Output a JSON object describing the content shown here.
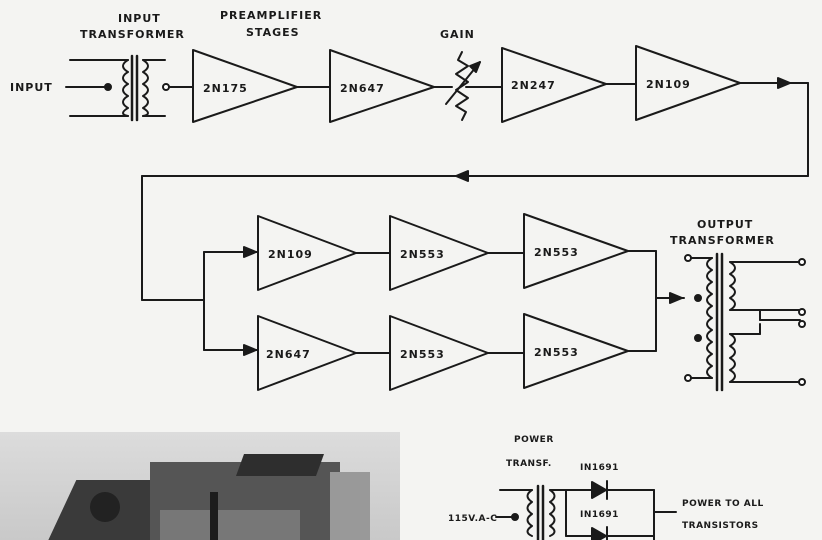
{
  "labels": {
    "input": "INPUT",
    "input_transformer_1": "INPUT",
    "input_transformer_2": "TRANSFORMER",
    "preamp_1": "PREAMPLIFIER",
    "preamp_2": "STAGES",
    "gain": "GAIN",
    "output_transformer_1": "OUTPUT",
    "output_transformer_2": "TRANSFORMER",
    "power_transf_1": "POWER",
    "power_transf_2": "TRANSF.",
    "ac_input": "115V.A-C",
    "power_out_1": "POWER TO ALL",
    "power_out_2": "TRANSISTORS"
  },
  "stages": {
    "top": [
      "2N175",
      "2N647",
      "2N247",
      "2N109"
    ],
    "upper_branch": [
      "2N109",
      "2N553",
      "2N553"
    ],
    "lower_branch": [
      "2N647",
      "2N553",
      "2N553"
    ]
  },
  "diodes": [
    "IN1691",
    "IN1691"
  ]
}
